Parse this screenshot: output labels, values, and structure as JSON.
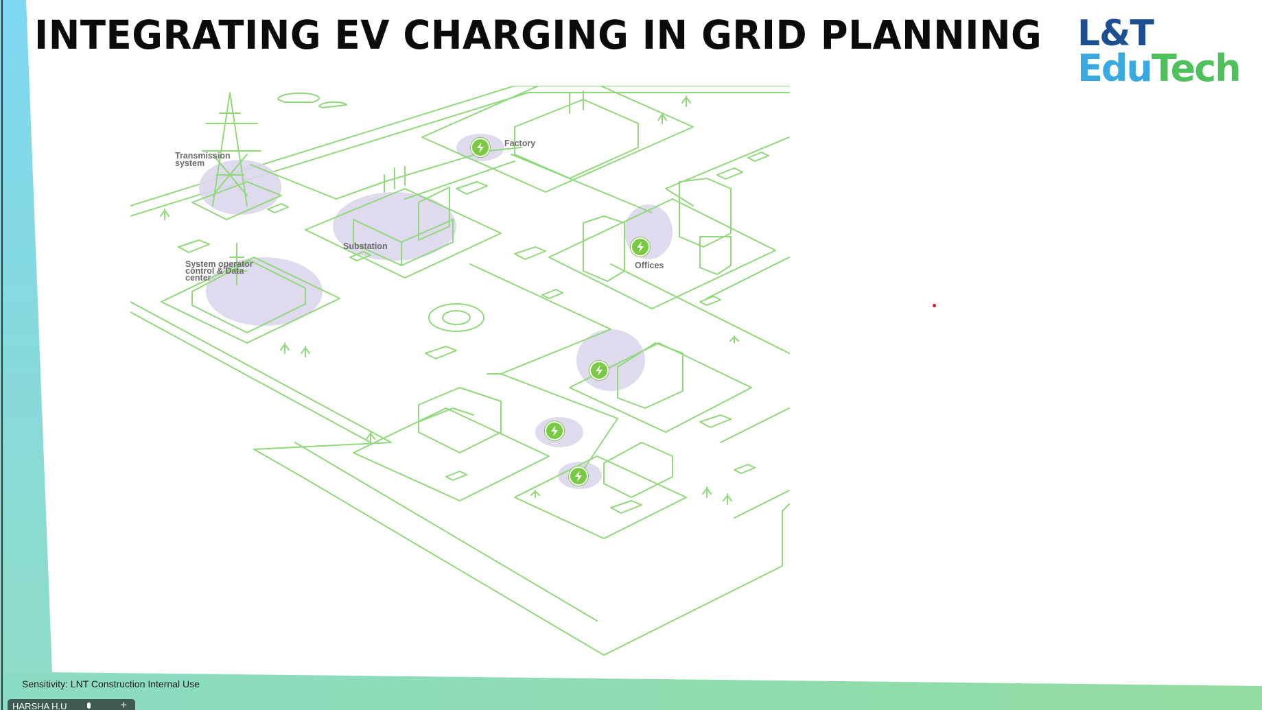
{
  "slide": {
    "title": "INTEGRATING EV CHARGING IN GRID PLANNING",
    "logo": {
      "line1": "L&T",
      "line2_part1": "Edu",
      "line2_part2": "Tech"
    },
    "footer": "Sensitivity: LNT Construction Internal Use"
  },
  "illustration": {
    "labels": {
      "transmission_line1": "Transmission",
      "transmission_line2": "system",
      "factory": "Factory",
      "substation": "Substation",
      "system_op_line1": "System operator",
      "system_op_line2": "control & Data",
      "system_op_line3": "center",
      "offices": "Offices"
    }
  },
  "taskbar": {
    "presenter": "HARSHA H.U",
    "plus": "+"
  },
  "colors": {
    "line_green": "#8fd97a",
    "charger_green": "#7ac943",
    "lavender": "#d9d3ea",
    "accent_left": "#7fd8ea",
    "accent_bottom": "#8edcb0"
  }
}
